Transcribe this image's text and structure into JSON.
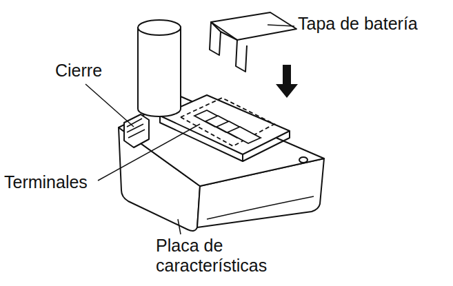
{
  "diagram": {
    "labels": [
      "Tapa de batería",
      "Cierre",
      "Terminales",
      "Placa de características"
    ]
  }
}
